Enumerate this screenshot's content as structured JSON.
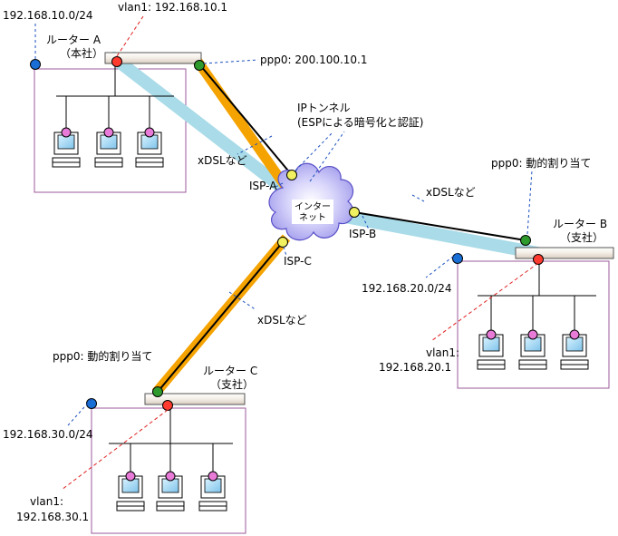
{
  "routers": {
    "a": {
      "name": "ルーター A",
      "location": "（本社）",
      "network": "192.168.10.0/24",
      "vlan_label": "vlan1: 192.168.10.1",
      "ppp_label": "ppp0: 200.100.10.1"
    },
    "b": {
      "name": "ルーター B",
      "location": "（支社）",
      "network": "192.168.20.0/24",
      "vlan_label_1": "vlan1:",
      "vlan_label_2": "192.168.20.1",
      "ppp_label": "ppp0: 動的割り当て"
    },
    "c": {
      "name": "ルーター C",
      "location": "（支社）",
      "network": "192.168.30.0/24",
      "vlan_label_1": "vlan1:",
      "vlan_label_2": "192.168.30.1",
      "ppp_label": "ppp0: 動的割り当て"
    }
  },
  "internet": {
    "line1": "インター",
    "line2": "ネット"
  },
  "isp": {
    "a": "ISP-A",
    "b": "ISP-B",
    "c": "ISP-C"
  },
  "links": {
    "xdsl_a": "xDSLなど",
    "xdsl_b": "xDSLなど",
    "xdsl_c": "xDSLなど"
  },
  "tunnel": {
    "line1": "IPトンネル",
    "line2": "(ESPによる暗号化と認証)"
  },
  "colors": {
    "tunnel": "#a9dbe8",
    "line_c": "#f5a300",
    "site_border": "#9b5a9b",
    "router_red": "#ff3b30",
    "router_green": "#2e9a2e",
    "isp_yellow": "#f0f060",
    "network_blue": "#1a6fd6",
    "pc_pink": "#e87ad8",
    "cloud": "#b7b2f2"
  }
}
